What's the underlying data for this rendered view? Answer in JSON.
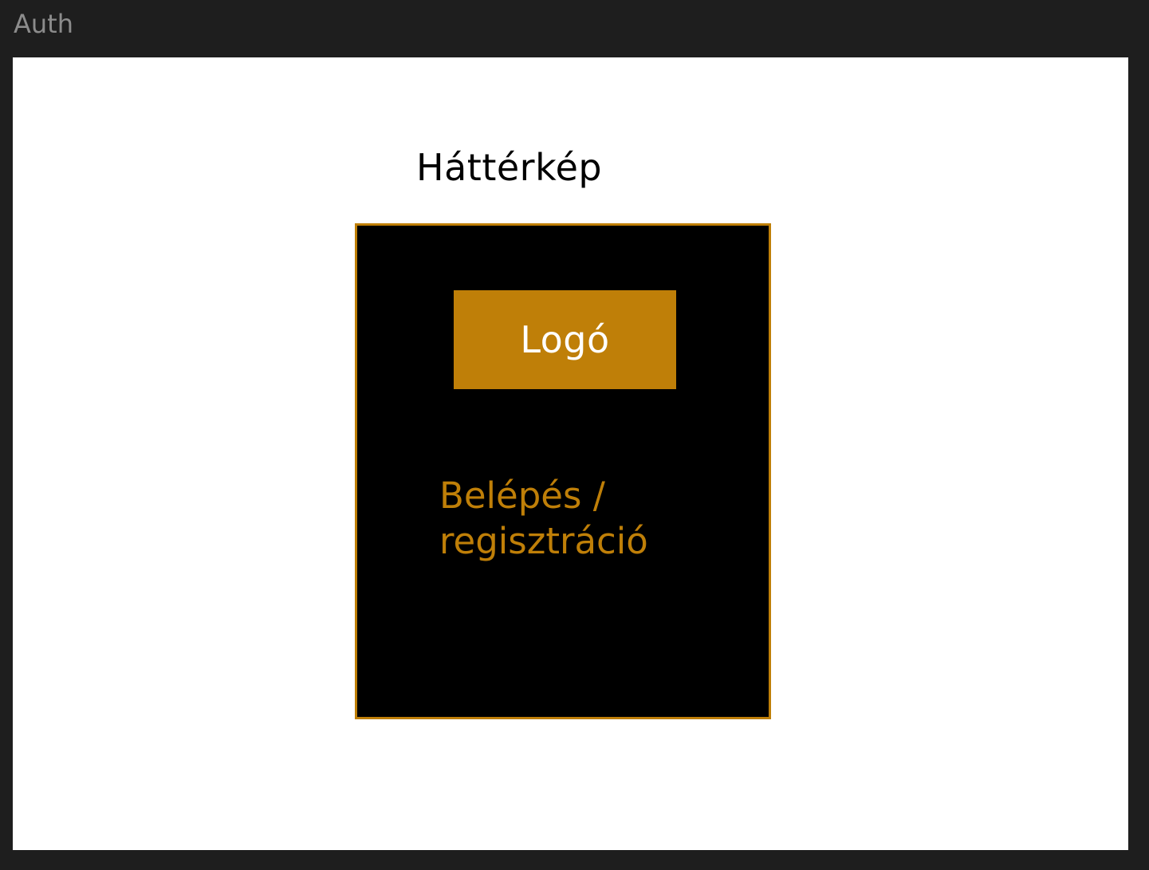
{
  "frame": {
    "label": "Auth"
  },
  "canvas": {
    "background_label": "Háttérkép",
    "panel": {
      "logo_label": "Logó",
      "auth_link_label": "Belépés /\nregisztráció"
    }
  },
  "colors": {
    "workspace": "#1e1e1e",
    "canvas": "#ffffff",
    "panel": "#000000",
    "accent": "#bf7f08",
    "frame_label": "#8c8c8c"
  }
}
